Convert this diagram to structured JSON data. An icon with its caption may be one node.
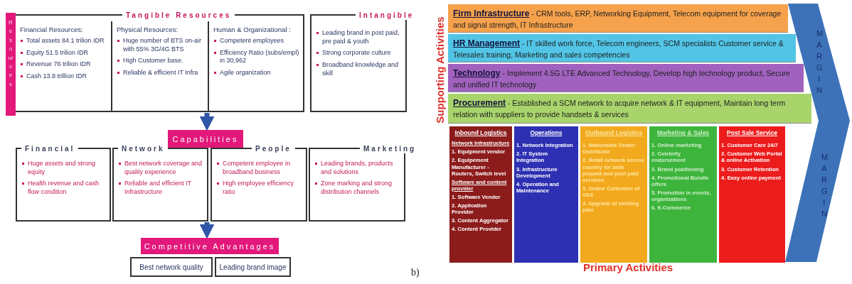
{
  "diagram": {
    "nodes": [
      {
        "text": [
          "Resources"
        ]
      },
      {
        "text": [
          "Tangible Resources"
        ]
      },
      {
        "text": [
          "Financial Resources:",
          "Total assets 84.1 trilion IDR",
          "Equity 51.5  trilion IDR",
          "Revenue 76  trilion IDR",
          "Cash 13.8 trillion IDR"
        ],
        "in": 1
      },
      {
        "text": [
          "Physical Resources:",
          "Huge number of BTS on-air with 55% 3G/4G BTS",
          "High Customer base.",
          "Reliable & efficient IT Infra"
        ],
        "in": 1
      },
      {
        "text": [
          "Human & Organizational :",
          "Competent employees",
          "Efficiency Ratio (subs/empl)  in 30,962",
          "Agile organization"
        ],
        "in": 1
      },
      {
        "text": [
          "Intangible",
          "Leading brand in post paid, pre paid & youth",
          "Strong corporate culture",
          "Broadband knowledge and skill"
        ]
      },
      {
        "text": [
          "Capabilities"
        ]
      },
      {
        "text": [
          "Financial",
          "Huge assets and strong equity",
          "Health revenue and cash flow condition"
        ]
      },
      {
        "text": [
          "Network",
          "Best network coverage and quality experience",
          "Reliable and efficient IT Infrastructure"
        ]
      },
      {
        "text": [
          "People",
          "Competent employee in broadband business",
          "High employee efficiency ratio"
        ]
      },
      {
        "text": [
          "Marketing",
          "Leading brands, products and solutions",
          "Zone marking and strong distribution channels"
        ]
      },
      {
        "text": [
          "Competitive Advantages"
        ]
      },
      {
        "text": [
          "Best network quality"
        ]
      },
      {
        "text": [
          "Leading brand image"
        ]
      },
      {
        "text": [
          "Firm Infrastructure",
          "- CRM tools, ERP, Networking Equipment, Telecom equipment for coverage and signal strength, IT Infrastructure"
        ]
      },
      {
        "text": [
          "HR Management",
          "- IT skilled work force, Telecom engineers, SCM specialists Customer service & Telesales training, Marketing and sales competencies"
        ]
      },
      {
        "text": [
          "Technology",
          "- Implement 4.5G LTE Advanced Technology, Develop high technology product, Secure and unified IT technology"
        ]
      },
      {
        "text": [
          "Procurement",
          "- Established a SCM network to acquire network & IT equipment, Maintain long term relation with suppliers to provide handsets & services"
        ]
      },
      {
        "text": [
          "Inbound Logistics",
          "Network Infrastructure",
          "1. Equipment vendor",
          "2. Equipement Manufacturer - Routers, Switch level",
          "Software and content provider",
          "1. Software Vendor",
          "2. Application Provider",
          "3. Content Aggregator",
          "4. Content Provider"
        ]
      },
      {
        "text": [
          "Operations",
          "1. Network Integration",
          "2. IT System Integration",
          "3. Infrastructure Development",
          "4. Operation and Maintenance"
        ]
      },
      {
        "text": [
          "Outbound Logistics",
          "1. Nationwide Dealer Distributor",
          "2. Retail network across country for both prepaid and post paid services",
          "3. Online Collection of VAS",
          "4. Upgrade of existing plan"
        ]
      },
      {
        "text": [
          "Marketing & Sales",
          "1. Online marketing",
          "2. Celebrity endorsement",
          "3. Brand positioning",
          "4. Promotional Bundle offers",
          "5. Promotion in events, organizations",
          "6. E-Commerce"
        ]
      },
      {
        "text": [
          "Post Sale Service",
          "1. Customer Care 24/7",
          "2. Customer Web Portal & online Activation",
          "3. Customer Retention",
          "4. Easy online payment"
        ]
      },
      {
        "text": [
          "MARGIN",
          "MARGIN"
        ]
      }
    ],
    "edges": [
      {
        "from": 1,
        "to": 6,
        "arrow": "to"
      },
      {
        "from": 8,
        "to": 11,
        "arrow": "to"
      }
    ],
    "labels": [
      "b)",
      "Supporting Activities",
      "Primary Activities"
    ]
  }
}
